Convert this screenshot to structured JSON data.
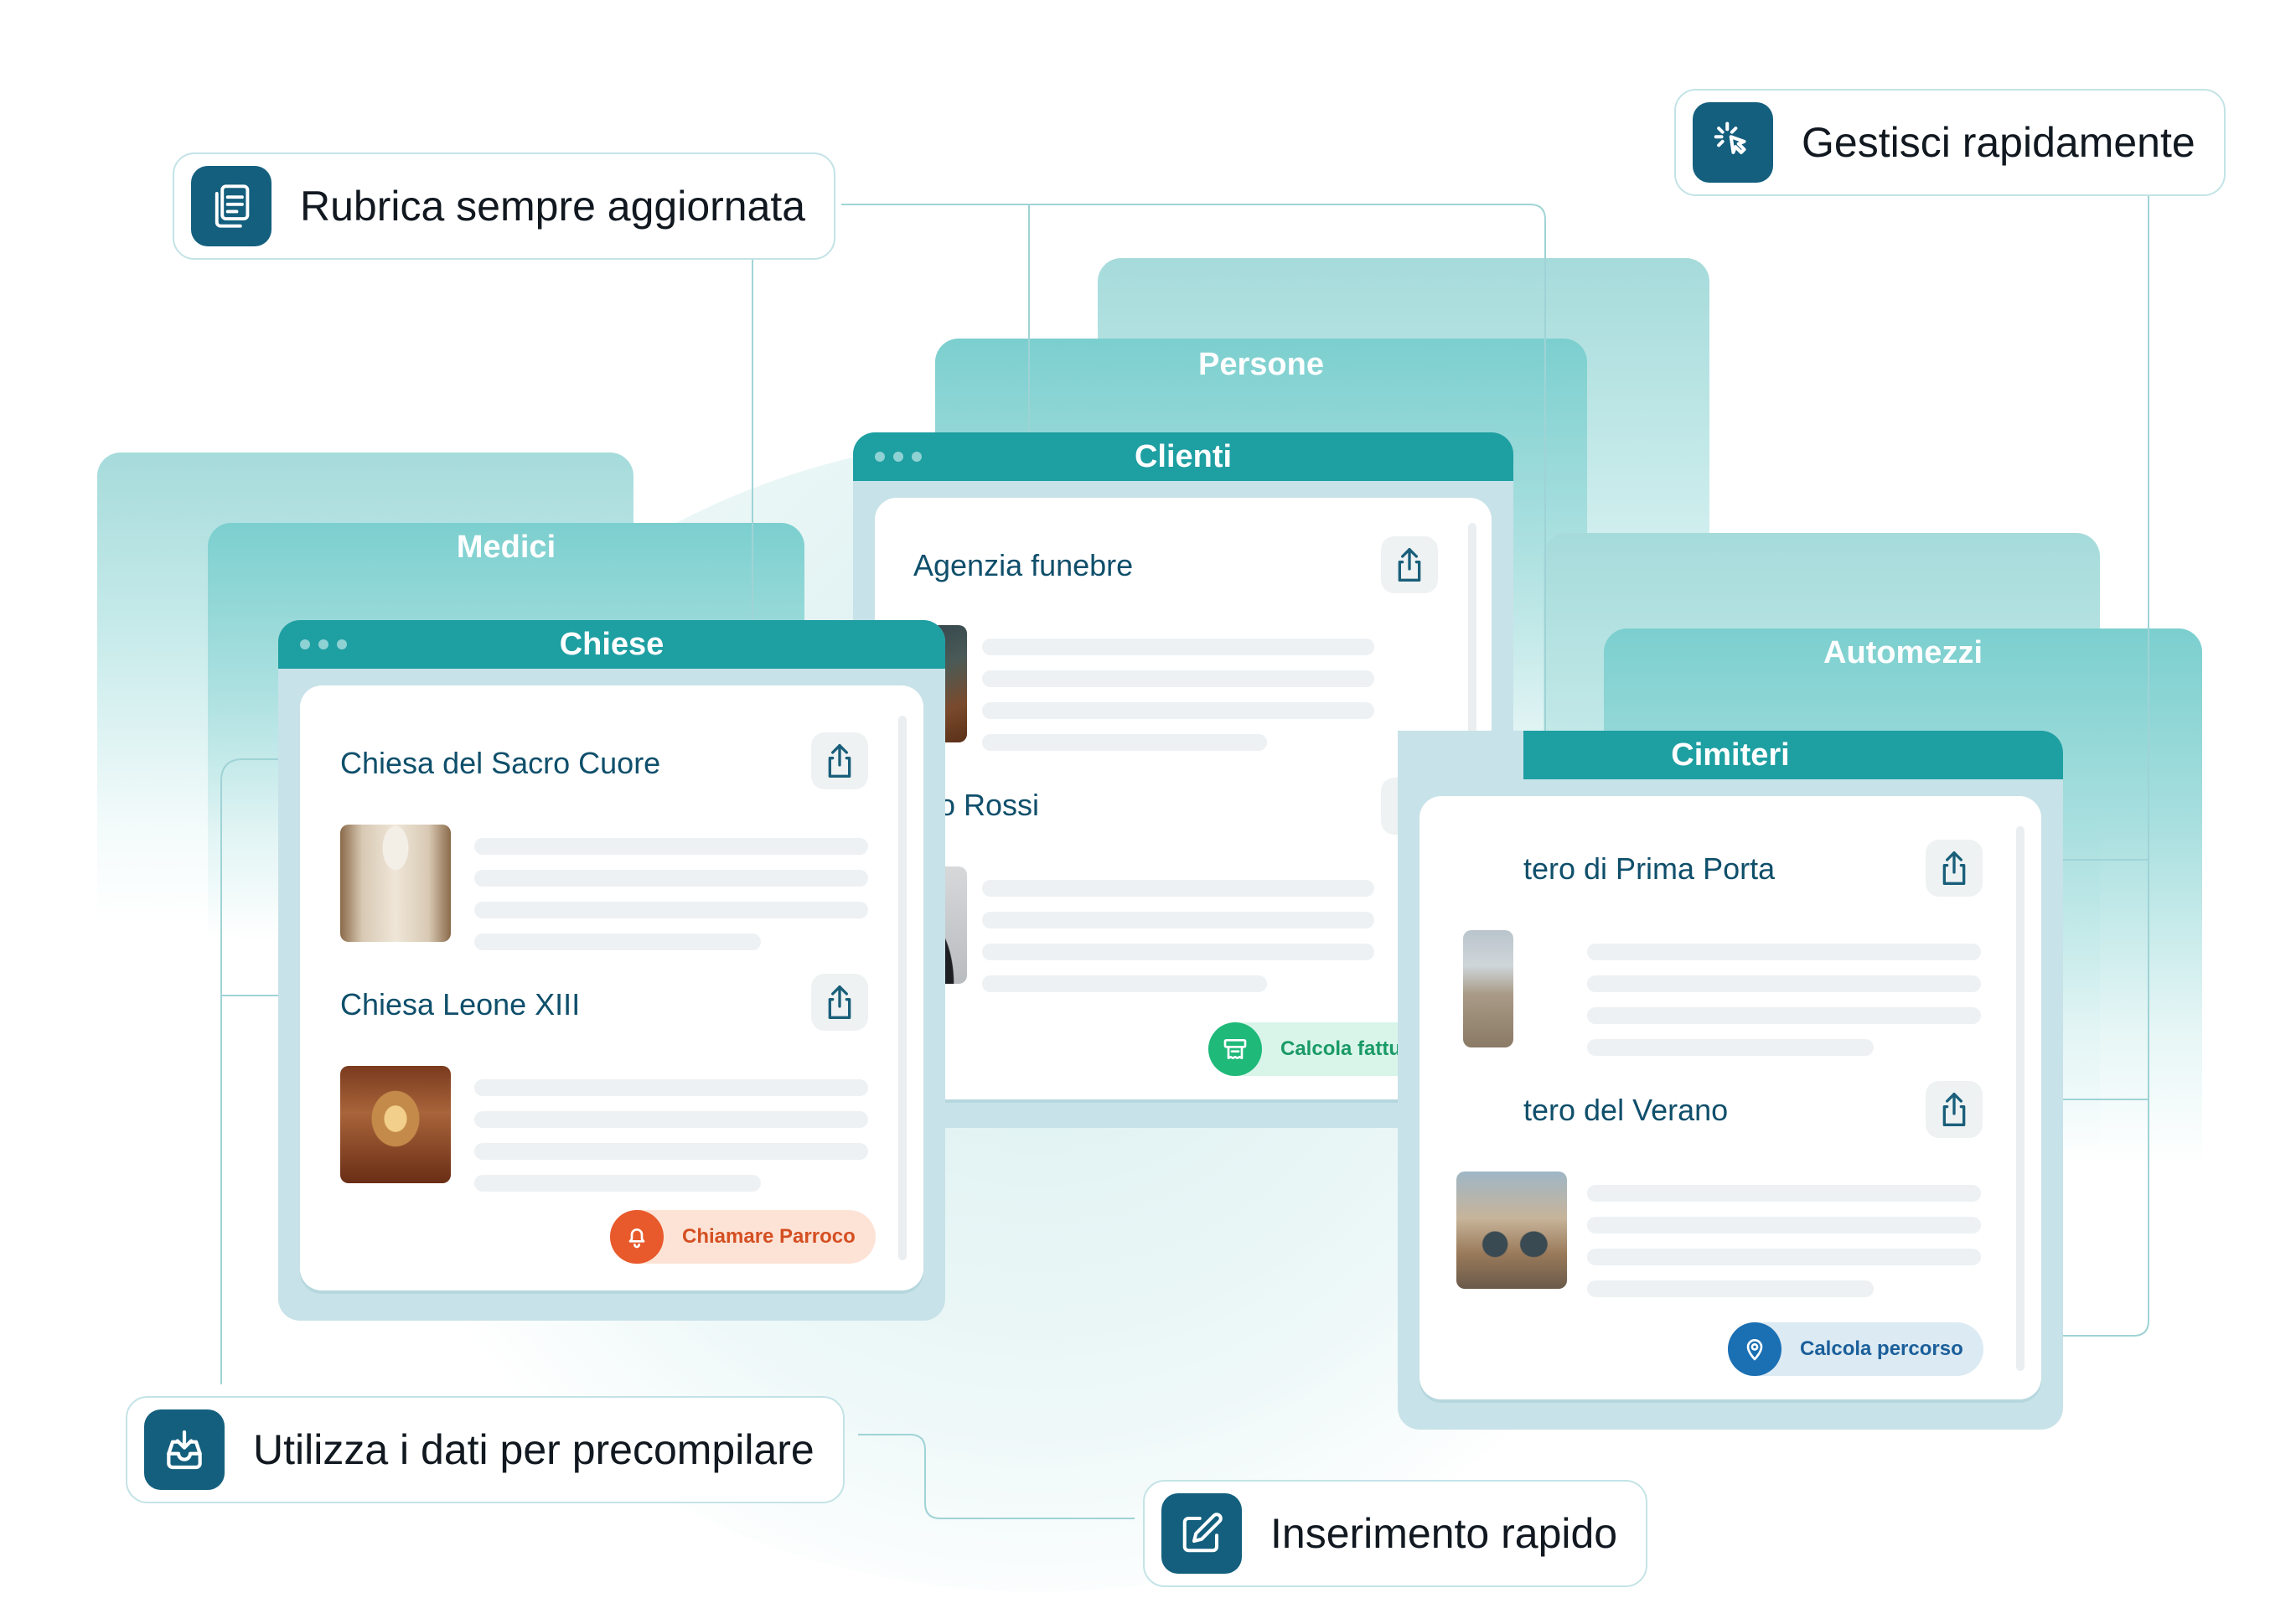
{
  "callouts": {
    "rubrica": "Rubrica sempre aggiornata",
    "gestisci": "Gestisci rapidamente",
    "utilizza": "Utilizza i dati per precompilare",
    "inserimento": "Inserimento rapido"
  },
  "panels": {
    "persone": "Persone",
    "medici": "Medici",
    "automezzi": "Automezzi"
  },
  "windows": {
    "clienti": {
      "title": "Clienti",
      "entries": [
        {
          "name": "Agenzia funebre",
          "thumb": "funeral-flowers-photo"
        },
        {
          "name": "lario Rossi",
          "thumb": "elderly-man-portrait-photo"
        }
      ],
      "action": {
        "label": "Calcola fatture",
        "icon": "invoice-icon",
        "color": "#1fb97a"
      }
    },
    "chiese": {
      "title": "Chiese",
      "entries": [
        {
          "name": "Chiesa del Sacro Cuore",
          "thumb": "church-nave-photo"
        },
        {
          "name": "Chiesa Leone XIII",
          "thumb": "church-altar-photo"
        }
      ],
      "action": {
        "label": "Chiamare Parroco",
        "icon": "bell-icon",
        "color": "#e85a2b"
      }
    },
    "cimiteri": {
      "title": "Cimiteri",
      "entries": [
        {
          "name": "tero di Prima Porta",
          "thumb": "cemetery-photo"
        },
        {
          "name": "tero del Verano",
          "thumb": "cemetery-gate-photo"
        }
      ],
      "action": {
        "label": "Calcola percorso",
        "icon": "location-pin-icon",
        "color": "#1b6fb3"
      }
    }
  },
  "colors": {
    "window_bar": "#1e9fa2",
    "entry_text": "#0f4f6b",
    "callout_icon_bg": "#145f7e",
    "connector": "#9fd3d6"
  }
}
